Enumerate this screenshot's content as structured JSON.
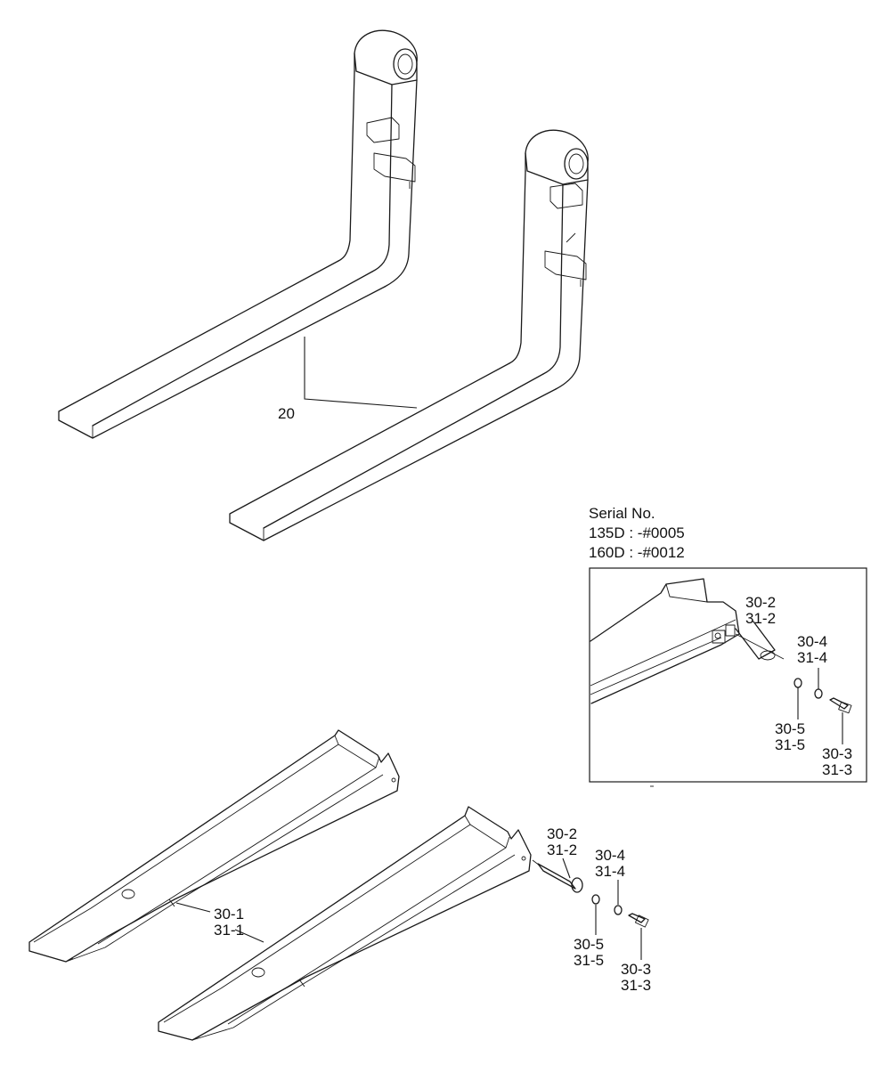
{
  "callouts": {
    "fork_pair": "20",
    "fork_body_a": "30-1",
    "fork_body_b": "31-1",
    "pin_a": "30-2",
    "pin_b": "31-2",
    "washer_a": "30-4",
    "washer_b": "31-4",
    "ring_a": "30-5",
    "ring_b": "31-5",
    "bolt_a": "30-3",
    "bolt_b": "31-3"
  },
  "inset": {
    "header": "Serial No.",
    "line_1": "135D : -#0005",
    "line_2": "160D : -#0012",
    "pin_a": "30-2",
    "pin_b": "31-2",
    "washer_a": "30-4",
    "washer_b": "31-4",
    "ring_a": "30-5",
    "ring_b": "31-5",
    "bolt_a": "30-3",
    "bolt_b": "31-3"
  }
}
